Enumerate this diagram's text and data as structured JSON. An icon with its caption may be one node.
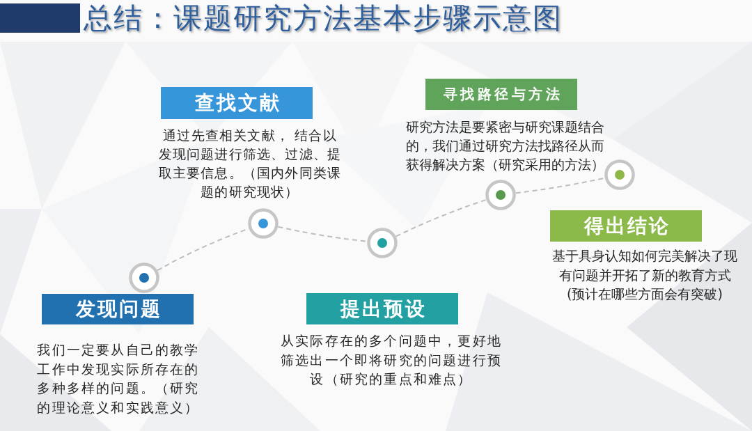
{
  "diagram": {
    "title": "总结：课题研究方法基本步骤示意图",
    "nodes": [
      {
        "text": [
          "发现问题",
          "我们一定要从自己的教学工作中发现实际所存在的多种多样的问题。（研究的理论意义和实践意义）"
        ]
      },
      {
        "text": [
          "查找文献",
          "通过先查相关文献， 结合以发现问题进行筛选、过滤、提取主要信息。（国内外同类课题的研究现状）"
        ]
      },
      {
        "text": [
          "提出预设",
          "从实际存在的多个问题中，更好地筛选出一个即将研究的问题进行预设（研究的重点和难点）"
        ]
      },
      {
        "text": [
          "寻找路径与方法",
          "研究方法是要紧密与研究课题结合的，我们通过研究方法找路径从而获得解决方案（研究采用的方法）"
        ]
      },
      {
        "text": [
          "得出结论",
          "基于具身认知如何完美解决了现有问题并开拓了新的教育方式(预计在哪些方面会有突破)"
        ]
      },
      {
        "text": [],
        "shape": "circle"
      },
      {
        "text": [],
        "shape": "circle"
      },
      {
        "text": [],
        "shape": "circle"
      },
      {
        "text": [],
        "shape": "circle"
      },
      {
        "text": [],
        "shape": "circle"
      }
    ],
    "edges": [
      {
        "from": 5,
        "to": 6,
        "arrow": "none",
        "style": "dashed"
      },
      {
        "from": 6,
        "to": 7,
        "arrow": "none",
        "style": "dashed"
      },
      {
        "from": 7,
        "to": 8,
        "arrow": "none",
        "style": "dashed"
      },
      {
        "from": 8,
        "to": 9,
        "arrow": "none",
        "style": "dashed"
      }
    ]
  }
}
